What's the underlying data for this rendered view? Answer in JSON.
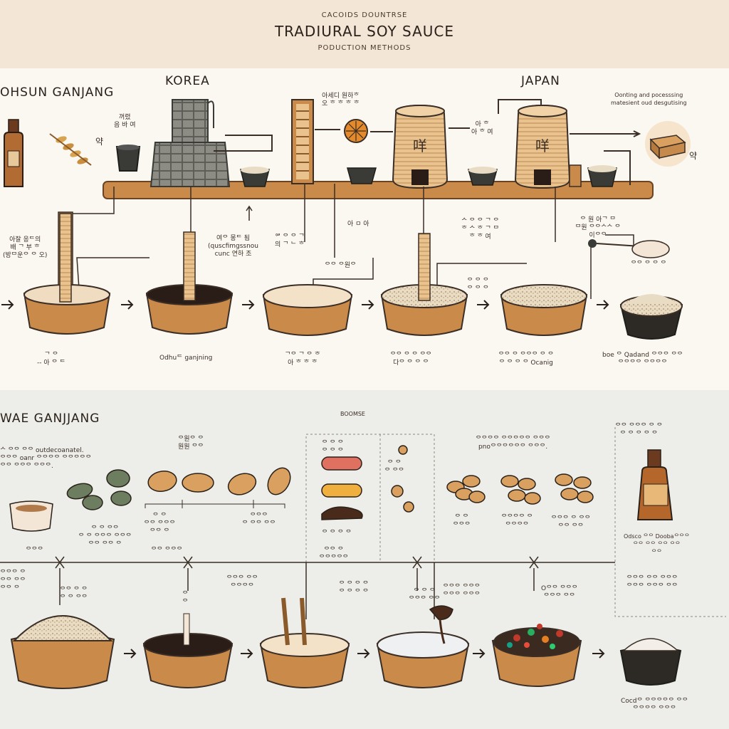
{
  "header": {
    "kicker": "CACOIDS DOUNTRSE",
    "title": "TRADIURAL SOY SAUCE",
    "subtitle": "PODUCTION METHODS"
  },
  "section_top": {
    "heading": "OHSUN GANJANG",
    "region_left": "KOREA",
    "region_right": "JAPAN",
    "labels": [
      "꺼렸\n음 바 여",
      "약",
      "아세디 원하ᄒ\n오 ᄒ ᄒ ᄒ ᄒ",
      "아 ᄒ\n아 ᄒ 여",
      "Oonting and pocesssing\nmatesient oud desgutising",
      "약",
      "아 ㅁ 아",
      "ᄉ ᄋ ᄋ ᄀ ᄋ\nᄒ ᄉ ᄒ ᄀ ᄆ\nᄒ ᄒ 여",
      "아잘 응ᄃ의\n배 ᄀ 부 ᄒ\n(방ᄆ운ᄋ ᄋ 오)",
      "여ᄋ 몽ᄃ 됨\n(quscfimgssnou\ncunc 연하 조",
      "ᄋᄅ ᄋ ᄋ ᄀ\n의 ᄀ ᄂ ᄒ",
      "ᄋ 원 아ᄀ ᄆ\nᄆ원 ᄋᄋᄉᄉ ᄋ\n이ᄋᄋ",
      "ᄋᄋ ᄋ원ᄋ",
      "ᄋᄋ ᄋ ᄋ ᄋ",
      "ᄋ ᄋ ᄋ\nᄋ ᄋ ᄋ",
      "ᄀ ᄋ\n-- 아 ᄋ ᄃ",
      "Odhuᄃ ganjning",
      "ᄀᄋ ᄀ ᄋ ᄒ\n아 ᄒ ᄒ ᄒ",
      "ᄋᄋ ᄋ ᄋ ᄋᄋ\n다ᄋ ᄋ ᄋ ᄋ",
      "ᄋᄋ ᄋ ᄋᄋᄋ ᄋ ᄋ\nᄋ ᄋ ᄋ ᄋ Ocanig",
      "boe ᄋ Qadand ᄋᄋᄋ ᄋᄋ\nᄋᄋᄋᄋ ᄋᄋᄋᄋ"
    ]
  },
  "section_bottom": {
    "heading": "WAE GANJJANG",
    "small_tag": "BOOMSE",
    "labels": [
      "ᄉ ᄋᄋ ᄋᄋ outdecoanatel.\nᄋᄋᄋ oanr ᄋᄋᄋᄋ ᄋᄋᄋᄋᄋ\nᄋᄋ ᄋᄋᄋ ᄋᄋᄋ.",
      "ᄋ원ᄋ ᄋ\n원원 ᄋᄋ",
      "ᄋ ᄋ ᄋᄋ\nᄋ ᄋ ᄋᄋᄋ ᄋᄋᄋ\nᄋᄋ ᄋᄋ ᄋ",
      "ᄋ ᄋ\nᄋᄋ ᄋᄋᄋ\nᄋᄋ ᄋ",
      "ᄋᄋᄋ\nᄋ ᄋᄋ ᄋᄋ",
      "ᄋ ᄋ ᄋ\nᄋ ᄋ ᄋ",
      "ᄋ ᄋ ᄋ ᄋ",
      "ᄋ ᄋ\nᄋ ᄋᄋ",
      "ᄋᄋᄋᄋ ᄋᄋᄋᄋᄋ ᄋᄋᄋ\npnoᄋᄋᄋᄋᄋᄋ ᄋᄋᄋ.",
      "ᄋ ᄋ\nᄋᄋᄋ",
      "ᄋᄋᄋᄋ ᄋ\nᄋᄋᄋᄋ",
      "ᄋᄋᄋ ᄋ ᄋᄋ\nᄋᄋ ᄋᄋ",
      "ᄋᄋ ᄋᄋᄋ ᄋ ᄋ\nᄋ ᄋ ᄋ ᄋ ᄋ",
      "Odsco ᄋᄋ Doobaᄋᄋᄋ\nᄋᄋ ᄋᄋ ᄋᄋ ᄋᄋ\nᄋᄋ",
      "ᄋᄋᄋ",
      "ᄋᄋᄋ ᄋ\nᄋᄋ ᄋᄋ\nᄋᄋ ᄋ",
      "ᄋᄋ ᄋᄋᄋ",
      "ᄋᄋ ᄋ ᄋ\nᄋ ᄋ ᄋᄋ",
      "ᄋ\nᄋ",
      "ᄋᄋᄋ ᄋᄋ\nᄋᄋᄋᄋ",
      "ᄋᄋ ᄋ\nᄋᄋᄋᄋᄋ",
      "ᄋ ᄋ ᄋ ᄋ\nᄋ ᄋ ᄋ ᄋ",
      "ᄋ ᄋ ᄋ\nᄋᄋᄋ ᄋᄋ",
      "ᄋᄋᄋ ᄋᄋᄋ\nᄋᄋᄋ ᄋᄋᄋ",
      "Oᄋᄋ ᄋᄋᄋ\nᄋᄋᄋ ᄋᄋ",
      "ᄋᄋᄋ ᄋᄋ ᄋᄋᄋ\nᄋᄋᄋ ᄋᄋᄋ ᄋᄋ",
      "Cocdᄋ ᄋᄋᄋᄋᄋ ᄋᄋ\nᄋᄋᄋᄋ ᄋᄋᄋ"
    ]
  },
  "colors": {
    "wood": "#c98a4a",
    "wood_dark": "#8b5a2b",
    "liquid_light": "#f0dcc0",
    "liquid_dark": "#2a1d17",
    "paper": "#fbf8f2",
    "header_bg": "#f3e6d6"
  }
}
